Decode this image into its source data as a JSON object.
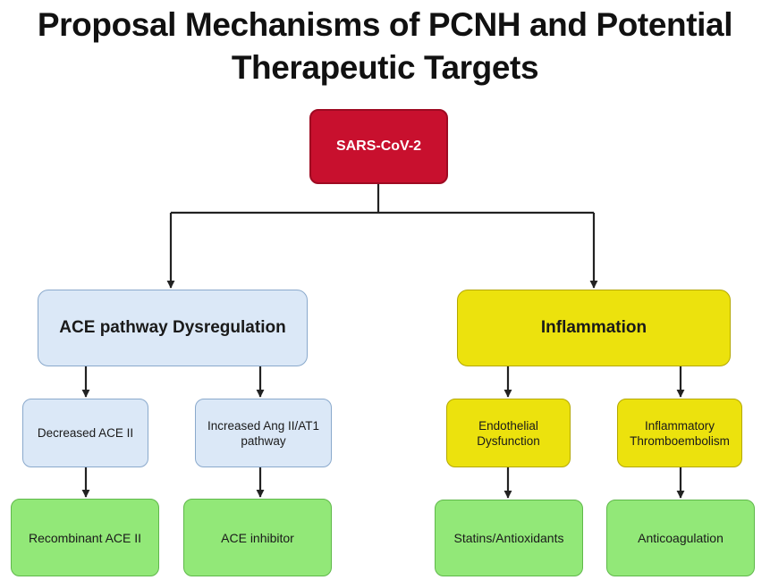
{
  "title": {
    "line1": "Proposal Mechanisms of PCNH and Potential",
    "line2": "Therapeutic Targets"
  },
  "nodes": {
    "root": "SARS-CoV-2",
    "ace_pathway": "ACE pathway Dysregulation",
    "inflammation": "Inflammation",
    "decreased_ace": "Decreased ACE II",
    "increased_ang": [
      "Increased Ang II/AT1",
      "pathway"
    ],
    "endothelial": [
      "Endothelial",
      "Dysfunction"
    ],
    "thrombo": [
      "Inflammatory",
      "Thromboembolism"
    ],
    "recombinant": "Recombinant ACE II",
    "ace_inhibitor": "ACE inhibitor",
    "statins": "Statins/Antioxidants",
    "anticoagulation": "Anticoagulation"
  },
  "colors": {
    "root": "#c8102e",
    "mechanism_blue": "#dbe8f7",
    "mechanism_yellow": "#ece20d",
    "therapy_green": "#92e878",
    "connector": "#222222"
  }
}
